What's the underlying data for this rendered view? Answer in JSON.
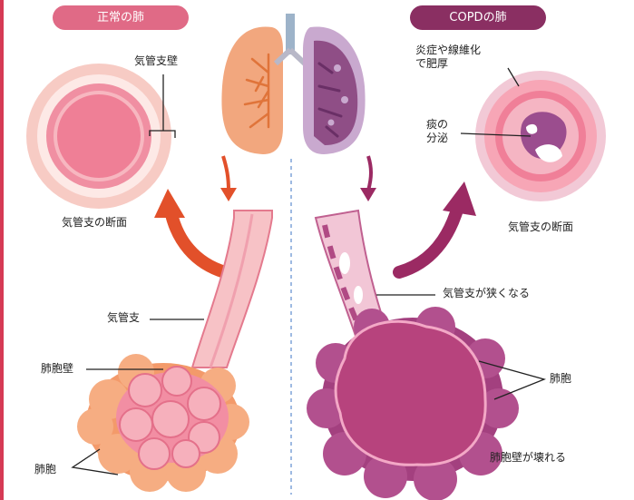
{
  "headers": {
    "normal": "正常の肺",
    "copd": "COPDの肺"
  },
  "labels": {
    "bronchial_wall": "気管支壁",
    "bronchus_cross_section_left": "気管支の断面",
    "bronchus": "気管支",
    "alveolar_wall": "肺胞壁",
    "alveoli_left": "肺胞",
    "inflammation_thickening": "炎症や線維化\nで肥厚",
    "sputum_secretion": "痰の\n分泌",
    "bronchus_cross_section_right": "気管支の断面",
    "bronchus_narrowing": "気管支が狭くなる",
    "alveoli_right": "肺胞",
    "alveolar_wall_broken": "肺胞壁が壊れる"
  },
  "colors": {
    "normal_accent": "#e06a86",
    "copd_accent": "#8a2f62",
    "normal_arrow": "#e2502a",
    "copd_arrow": "#9b2a63",
    "normal_lung": "#f2a77e",
    "copd_lung": "#9a5a8e",
    "alveoli_normal": "#f39a6a",
    "alveoli_copd": "#a3407f"
  }
}
